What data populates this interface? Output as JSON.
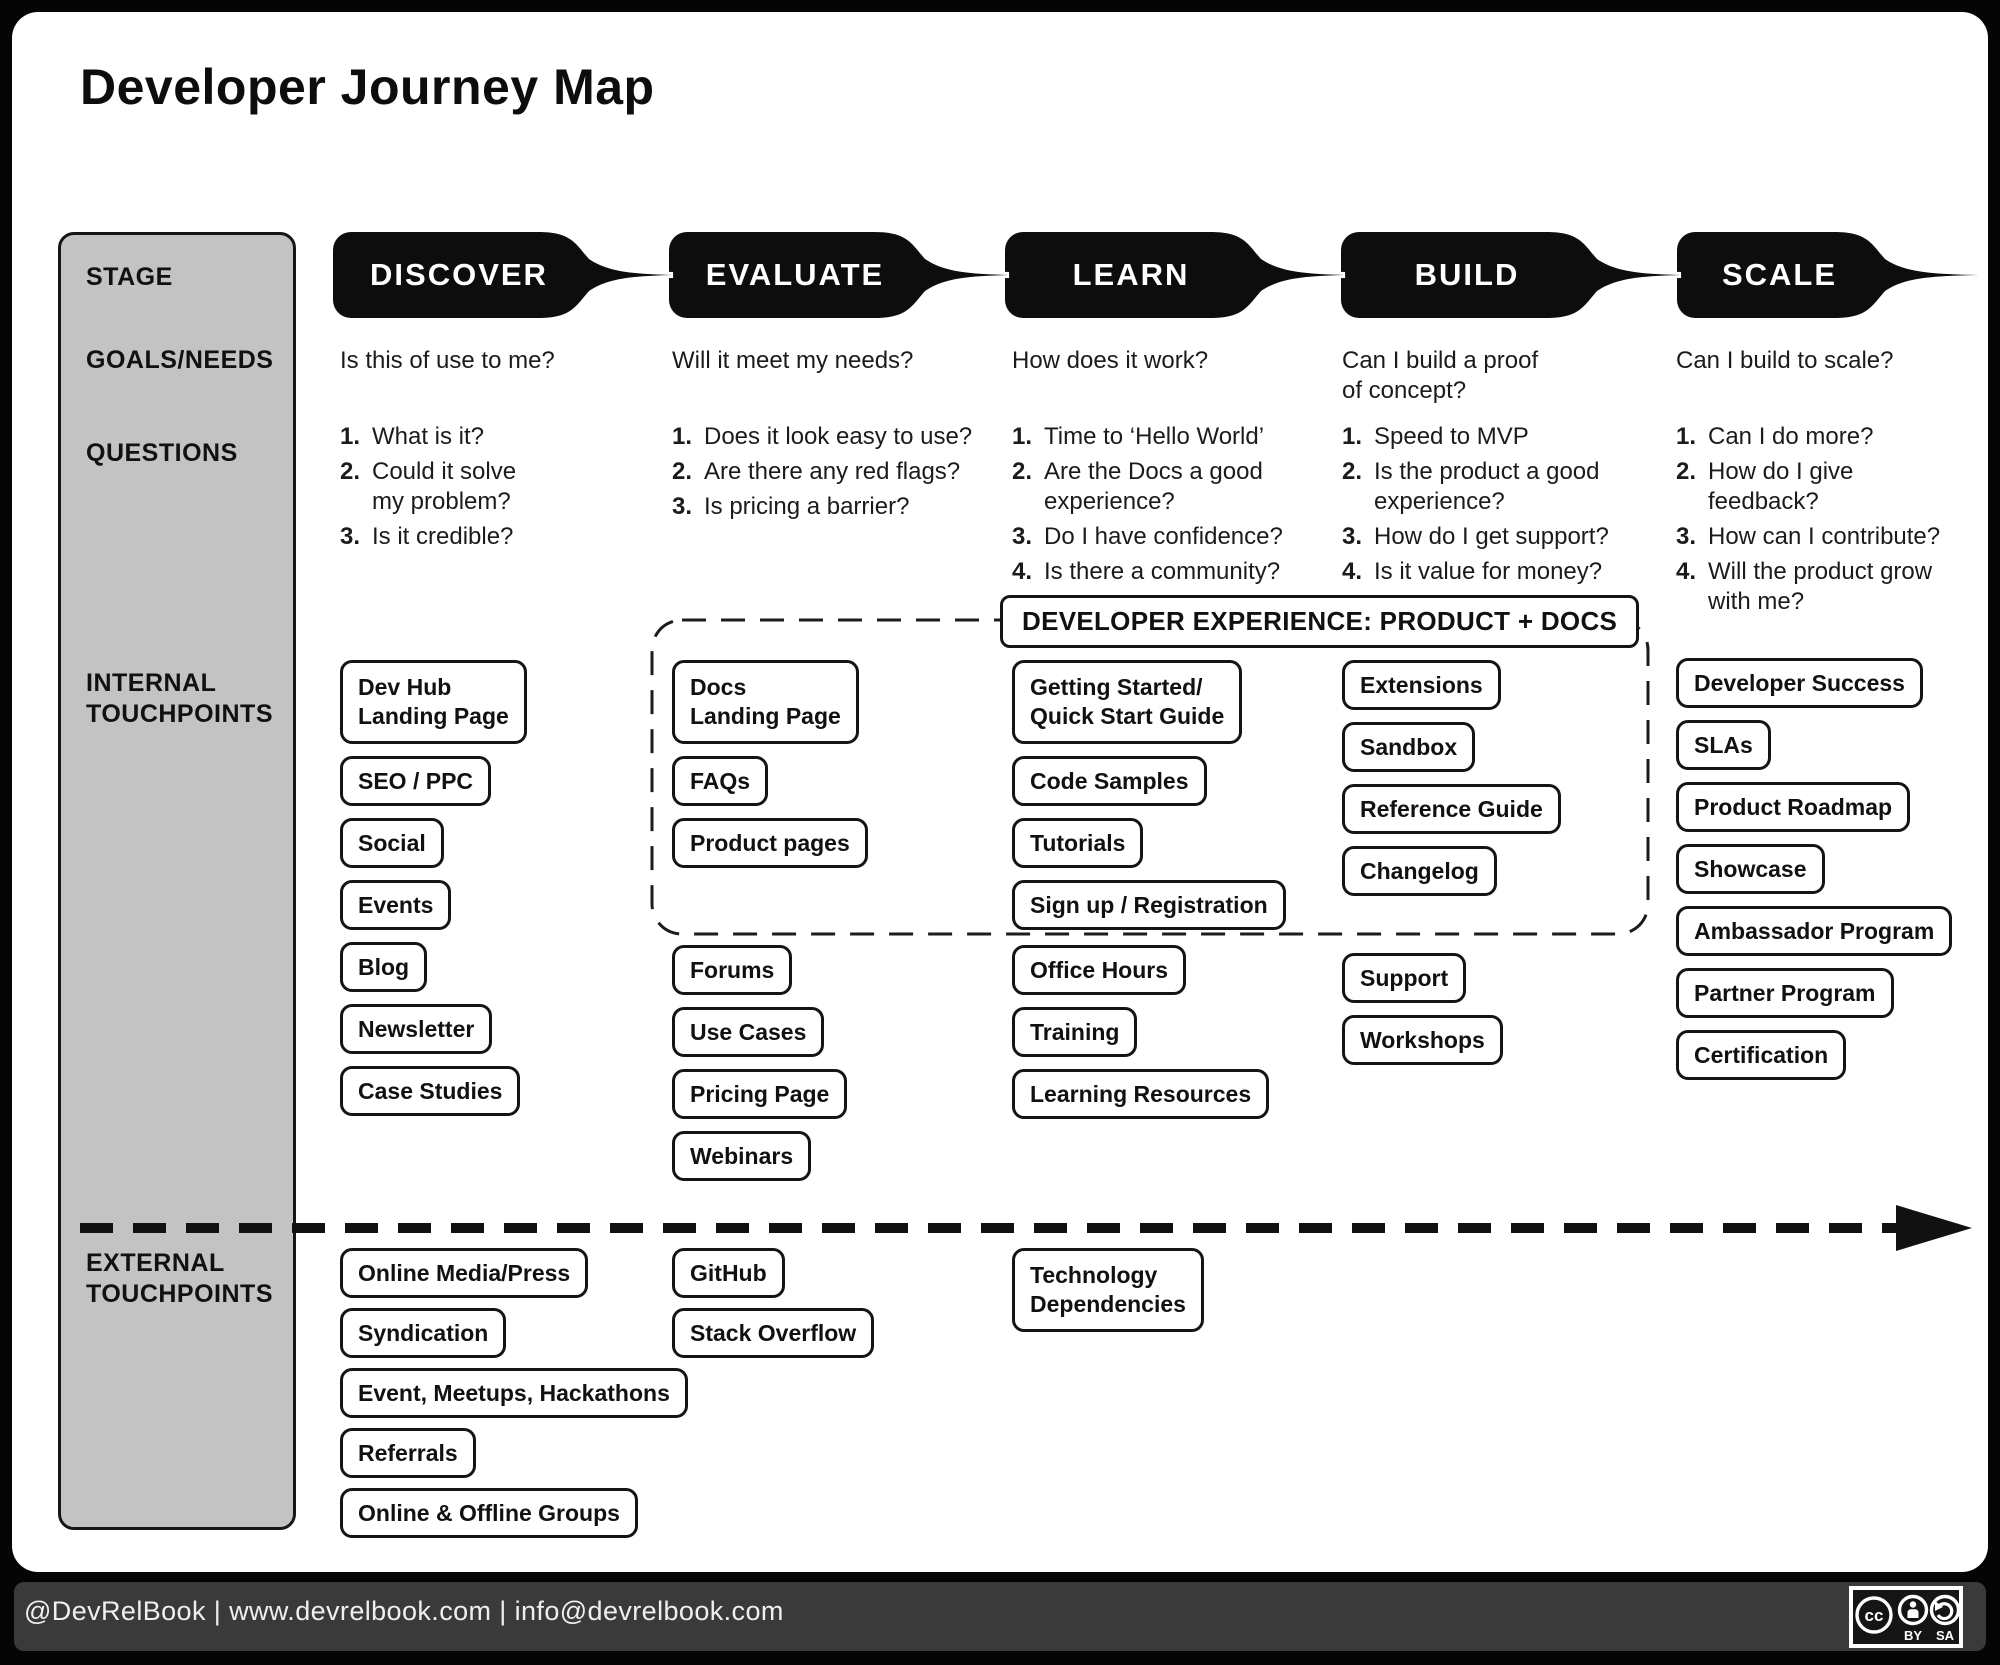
{
  "title": "Developer Journey Map",
  "colors": {
    "banner": "#0d0d0d",
    "sidebar_bg": "#c3c3c3",
    "footer_bg": "#3a3a3a",
    "card_bg": "#ffffff",
    "ink": "#141414"
  },
  "sidebar": {
    "stage_label": "STAGE",
    "goals_label": "GOALS/NEEDS",
    "questions_label": "QUESTIONS",
    "internal_label": "INTERNAL\nTOUCHPOINTS",
    "external_label": "EXTERNAL\nTOUCHPOINTS"
  },
  "dx_box_label": "DEVELOPER EXPERIENCE: PRODUCT + DOCS",
  "stages": [
    {
      "name": "DISCOVER",
      "goal": "Is this of use to me?",
      "questions": [
        {
          "n": "1.",
          "t": "What is it?"
        },
        {
          "n": "2.",
          "t": "Could it solve\nmy problem?"
        },
        {
          "n": "3.",
          "t": "Is it credible?"
        }
      ],
      "internal": [
        "Dev Hub\nLanding Page",
        "SEO / PPC",
        "Social",
        "Events",
        "Blog",
        "Newsletter",
        "Case Studies"
      ],
      "external": [
        "Online Media/Press",
        "Syndication",
        "Event, Meetups, Hackathons",
        "Referrals",
        "Online & Offline Groups"
      ]
    },
    {
      "name": "EVALUATE",
      "goal": "Will it meet my needs?",
      "questions": [
        {
          "n": "1.",
          "t": "Does it look easy to use?"
        },
        {
          "n": "2.",
          "t": "Are there any red flags?"
        },
        {
          "n": "3.",
          "t": "Is pricing a barrier?"
        }
      ],
      "internal": [
        "Docs\nLanding Page",
        "FAQs",
        "Product pages",
        "Forums",
        "Use Cases",
        "Pricing Page",
        "Webinars"
      ],
      "external": [
        "GitHub",
        "Stack Overflow"
      ]
    },
    {
      "name": "LEARN",
      "goal": "How does it work?",
      "questions": [
        {
          "n": "1.",
          "t": "Time to ‘Hello World’"
        },
        {
          "n": "2.",
          "t": "Are the Docs a good\nexperience?"
        },
        {
          "n": "3.",
          "t": "Do I have confidence?"
        },
        {
          "n": "4.",
          "t": "Is there a community?"
        }
      ],
      "internal": [
        "Getting Started/\nQuick Start Guide",
        "Code Samples",
        "Tutorials",
        "Sign up / Registration",
        "Office Hours",
        "Training",
        "Learning Resources"
      ],
      "external": [
        "Technology\nDependencies"
      ]
    },
    {
      "name": "BUILD",
      "goal": "Can I build a proof\nof concept?",
      "questions": [
        {
          "n": "1.",
          "t": "Speed to MVP"
        },
        {
          "n": "2.",
          "t": "Is the product a good\nexperience?"
        },
        {
          "n": "3.",
          "t": "How do I get support?"
        },
        {
          "n": "4.",
          "t": "Is it value for money?"
        }
      ],
      "internal": [
        "Extensions",
        "Sandbox",
        "Reference Guide",
        "Changelog",
        "Support",
        "Workshops"
      ],
      "external": []
    },
    {
      "name": "SCALE",
      "goal": "Can I build to scale?",
      "questions": [
        {
          "n": "1.",
          "t": "Can I do more?"
        },
        {
          "n": "2.",
          "t": "How do I give\nfeedback?"
        },
        {
          "n": "3.",
          "t": "How can I contribute?"
        },
        {
          "n": "4.",
          "t": "Will the product grow\nwith me?"
        }
      ],
      "internal": [
        "Developer Success",
        "SLAs",
        "Product Roadmap",
        "Showcase",
        "Ambassador Program",
        "Partner Program",
        "Certification"
      ],
      "external": []
    }
  ],
  "footer": {
    "text": "@DevRelBook  |  www.devrelbook.com  |  info@devrelbook.com",
    "license_by": "BY",
    "license_sa": "SA",
    "license_cc": "cc"
  }
}
